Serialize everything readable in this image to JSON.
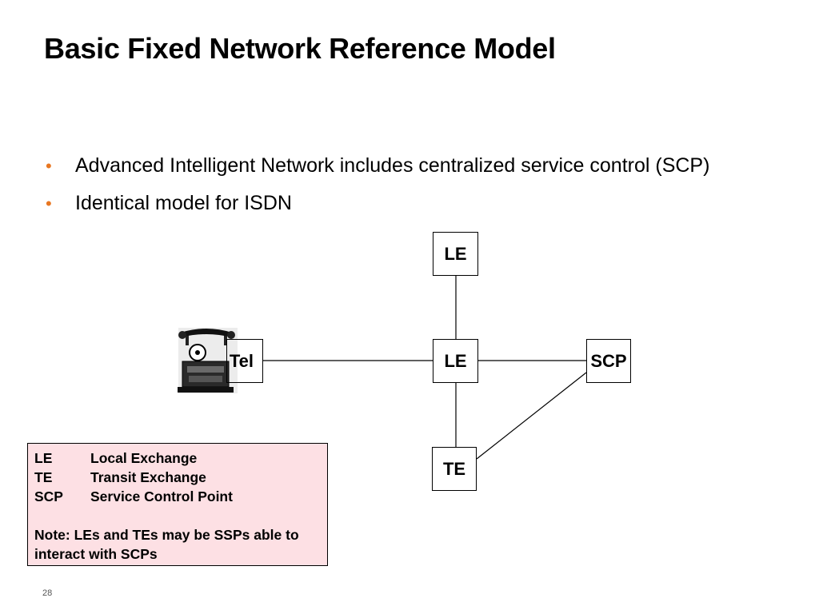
{
  "slide": {
    "title": "Basic Fixed Network Reference Model",
    "page_number": "28"
  },
  "bullets": [
    "Advanced Intelligent Network includes centralized service control (SCP)",
    "Identical model for ISDN"
  ],
  "bullet_symbol": "•",
  "accent_color": "#e87722",
  "diagram": {
    "nodes": {
      "le_top": "LE",
      "le_center": "LE",
      "scp": "SCP",
      "te": "TE",
      "tel": "Tel"
    },
    "telephone_icon": "antique-telephone-icon"
  },
  "legend": {
    "background": "#fde0e4",
    "rows": [
      {
        "abbr": "LE",
        "meaning": "Local Exchange"
      },
      {
        "abbr": "TE",
        "meaning": "Transit Exchange"
      },
      {
        "abbr": "SCP",
        "meaning": "Service Control Point"
      }
    ],
    "note": "Note: LEs and TEs may be SSPs able to interact with SCPs"
  }
}
